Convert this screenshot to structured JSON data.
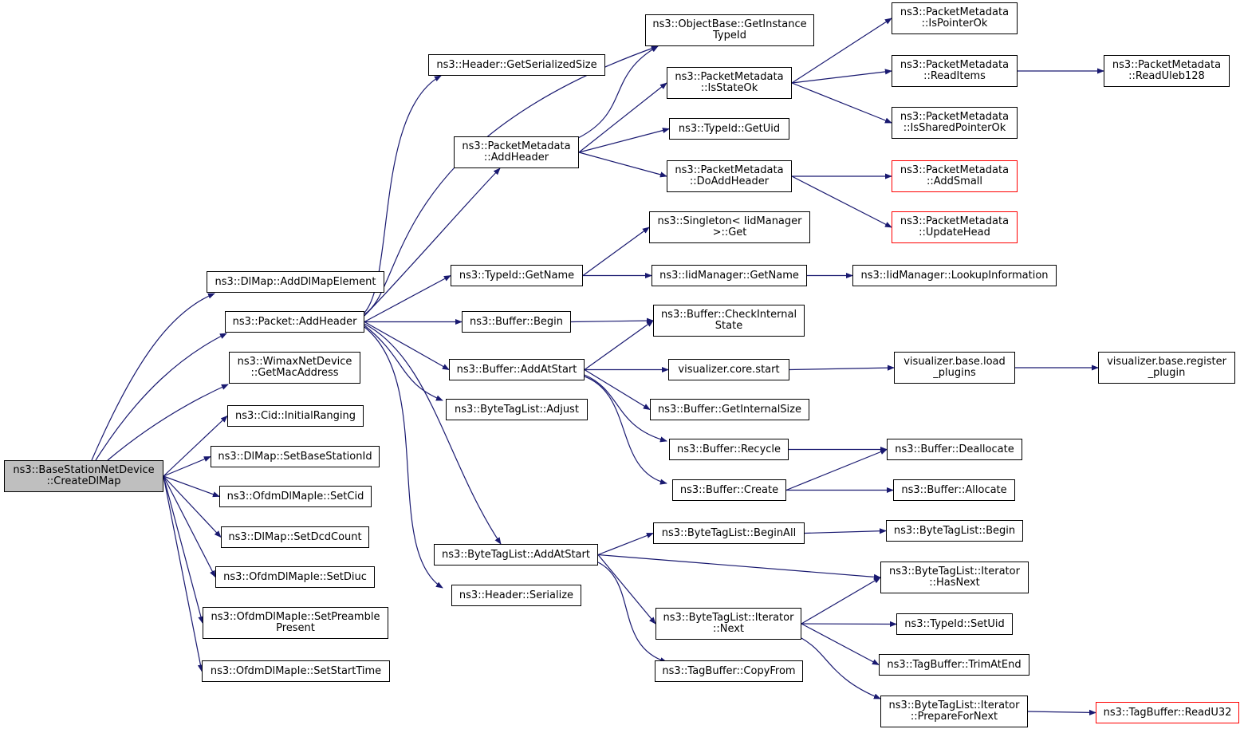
{
  "graph": {
    "edge_color": "#191970",
    "root_fill": "#bfbfbf",
    "truncated_border": "#ff0000",
    "nodes": [
      {
        "id": "root",
        "label": "ns3::BaseStationNetDevice\n::CreateDlMap",
        "root": true
      },
      {
        "id": "n1",
        "label": "ns3::DlMap::AddDlMapElement"
      },
      {
        "id": "n2",
        "label": "ns3::Packet::AddHeader"
      },
      {
        "id": "n3",
        "label": "ns3::WimaxNetDevice\n::GetMacAddress"
      },
      {
        "id": "n4",
        "label": "ns3::Cid::InitialRanging"
      },
      {
        "id": "n5",
        "label": "ns3::DlMap::SetBaseStationId"
      },
      {
        "id": "n6",
        "label": "ns3::OfdmDlMapIe::SetCid"
      },
      {
        "id": "n7",
        "label": "ns3::DlMap::SetDcdCount"
      },
      {
        "id": "n8",
        "label": "ns3::OfdmDlMapIe::SetDiuc"
      },
      {
        "id": "n9",
        "label": "ns3::OfdmDlMapIe::SetPreamble\nPresent"
      },
      {
        "id": "n10",
        "label": "ns3::OfdmDlMapIe::SetStartTime"
      },
      {
        "id": "n11",
        "label": "ns3::Header::GetSerializedSize"
      },
      {
        "id": "n12",
        "label": "ns3::ObjectBase::GetInstance\nTypeId"
      },
      {
        "id": "n13",
        "label": "ns3::PacketMetadata\n::AddHeader"
      },
      {
        "id": "n14",
        "label": "ns3::TypeId::GetName"
      },
      {
        "id": "n15",
        "label": "ns3::Buffer::Begin"
      },
      {
        "id": "n16",
        "label": "ns3::Buffer::AddAtStart"
      },
      {
        "id": "n17",
        "label": "ns3::ByteTagList::Adjust"
      },
      {
        "id": "n18",
        "label": "ns3::ByteTagList::AddAtStart"
      },
      {
        "id": "n19",
        "label": "ns3::Header::Serialize"
      },
      {
        "id": "n20",
        "label": "ns3::PacketMetadata\n::IsStateOk"
      },
      {
        "id": "n21",
        "label": "ns3::TypeId::GetUid"
      },
      {
        "id": "n22",
        "label": "ns3::PacketMetadata\n::DoAddHeader"
      },
      {
        "id": "n23",
        "label": "ns3::Singleton< IidManager\n>::Get"
      },
      {
        "id": "n24",
        "label": "ns3::IidManager::GetName"
      },
      {
        "id": "n25",
        "label": "ns3::Buffer::CheckInternal\nState"
      },
      {
        "id": "n26",
        "label": "visualizer.core.start"
      },
      {
        "id": "n27",
        "label": "ns3::Buffer::GetInternalSize"
      },
      {
        "id": "n28",
        "label": "ns3::Buffer::Recycle"
      },
      {
        "id": "n29",
        "label": "ns3::Buffer::Create"
      },
      {
        "id": "n30",
        "label": "ns3::ByteTagList::BeginAll"
      },
      {
        "id": "n31",
        "label": "ns3::ByteTagList::Iterator\n::Next"
      },
      {
        "id": "n32",
        "label": "ns3::TagBuffer::CopyFrom"
      },
      {
        "id": "n33",
        "label": "ns3::PacketMetadata\n::IsPointerOk"
      },
      {
        "id": "n34",
        "label": "ns3::PacketMetadata\n::ReadItems"
      },
      {
        "id": "n35",
        "label": "ns3::PacketMetadata\n::IsSharedPointerOk"
      },
      {
        "id": "n36",
        "label": "ns3::PacketMetadata\n::AddSmall",
        "truncated": true
      },
      {
        "id": "n37",
        "label": "ns3::PacketMetadata\n::UpdateHead",
        "truncated": true
      },
      {
        "id": "n38",
        "label": "ns3::IidManager::LookupInformation"
      },
      {
        "id": "n39",
        "label": "visualizer.base.load\n_plugins"
      },
      {
        "id": "n40",
        "label": "ns3::Buffer::Deallocate"
      },
      {
        "id": "n41",
        "label": "ns3::Buffer::Allocate"
      },
      {
        "id": "n42",
        "label": "ns3::ByteTagList::Begin"
      },
      {
        "id": "n43",
        "label": "ns3::ByteTagList::Iterator\n::HasNext"
      },
      {
        "id": "n44",
        "label": "ns3::TypeId::SetUid"
      },
      {
        "id": "n45",
        "label": "ns3::TagBuffer::TrimAtEnd"
      },
      {
        "id": "n46",
        "label": "ns3::ByteTagList::Iterator\n::PrepareForNext"
      },
      {
        "id": "n47",
        "label": "ns3::PacketMetadata\n::ReadUleb128"
      },
      {
        "id": "n48",
        "label": "visualizer.base.register\n_plugin"
      },
      {
        "id": "n49",
        "label": "ns3::TagBuffer::ReadU32",
        "truncated": true
      }
    ],
    "edges": [
      [
        "root",
        "n1"
      ],
      [
        "root",
        "n2"
      ],
      [
        "root",
        "n3"
      ],
      [
        "root",
        "n4"
      ],
      [
        "root",
        "n5"
      ],
      [
        "root",
        "n6"
      ],
      [
        "root",
        "n7"
      ],
      [
        "root",
        "n8"
      ],
      [
        "root",
        "n9"
      ],
      [
        "root",
        "n10"
      ],
      [
        "n2",
        "n11"
      ],
      [
        "n2",
        "n12"
      ],
      [
        "n2",
        "n13"
      ],
      [
        "n2",
        "n14"
      ],
      [
        "n2",
        "n15"
      ],
      [
        "n2",
        "n16"
      ],
      [
        "n2",
        "n17"
      ],
      [
        "n2",
        "n18"
      ],
      [
        "n2",
        "n19"
      ],
      [
        "n13",
        "n12"
      ],
      [
        "n13",
        "n20"
      ],
      [
        "n13",
        "n21"
      ],
      [
        "n13",
        "n22"
      ],
      [
        "n14",
        "n23"
      ],
      [
        "n14",
        "n24"
      ],
      [
        "n15",
        "n25"
      ],
      [
        "n16",
        "n25"
      ],
      [
        "n16",
        "n26"
      ],
      [
        "n16",
        "n27"
      ],
      [
        "n16",
        "n28"
      ],
      [
        "n16",
        "n29"
      ],
      [
        "n18",
        "n30"
      ],
      [
        "n18",
        "n43"
      ],
      [
        "n18",
        "n31"
      ],
      [
        "n18",
        "n32"
      ],
      [
        "n20",
        "n33"
      ],
      [
        "n20",
        "n34"
      ],
      [
        "n20",
        "n35"
      ],
      [
        "n22",
        "n36"
      ],
      [
        "n22",
        "n37"
      ],
      [
        "n24",
        "n38"
      ],
      [
        "n26",
        "n39"
      ],
      [
        "n28",
        "n40"
      ],
      [
        "n29",
        "n40"
      ],
      [
        "n29",
        "n41"
      ],
      [
        "n30",
        "n42"
      ],
      [
        "n31",
        "n43"
      ],
      [
        "n31",
        "n44"
      ],
      [
        "n31",
        "n45"
      ],
      [
        "n31",
        "n46"
      ],
      [
        "n34",
        "n47"
      ],
      [
        "n39",
        "n48"
      ],
      [
        "n46",
        "n49"
      ]
    ]
  }
}
